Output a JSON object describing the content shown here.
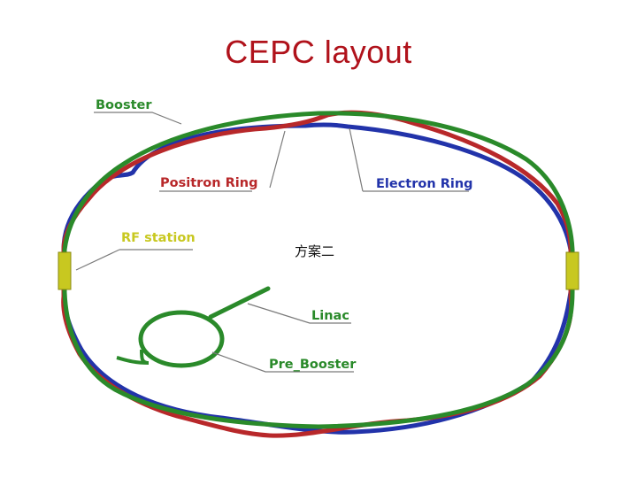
{
  "title": "CEPC layout",
  "labels": {
    "booster": "Booster",
    "positron_ring": "Positron Ring",
    "electron_ring": "Electron Ring",
    "rf_station": "RF station",
    "scheme": "方案二",
    "linac": "Linac",
    "pre_booster": "Pre_Booster"
  },
  "colors": {
    "title": "#b0121b",
    "booster": "#2a8a2a",
    "positron_ring": "#b8282a",
    "electron_ring": "#2233aa",
    "rf_station": "#c8c820",
    "leader": "#7a7a7a"
  }
}
